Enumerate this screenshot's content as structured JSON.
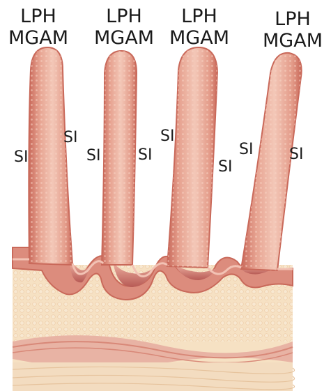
{
  "villi": [
    {
      "enzymes": [
        "LPH",
        "MGAM"
      ],
      "left_si": "SI",
      "right_si": "SI"
    },
    {
      "enzymes": [
        "LPH",
        "MGAM"
      ],
      "left_si": "SI",
      "right_si": "SI"
    },
    {
      "enzymes": [
        "LPH",
        "MGAM"
      ],
      "left_si": "SI",
      "right_si": "SI"
    },
    {
      "enzymes": [
        "LPH",
        "MGAM"
      ],
      "left_si": "SI",
      "right_si": "SI"
    }
  ],
  "colors": {
    "villus_fill": "#e7a391",
    "villus_edge": "#c9695a",
    "villus_highlight": "#f3c7b7",
    "mucosa": "#dc8c7d",
    "submucosa": "#f6e1c3",
    "crypt_shadow": "#b75a55",
    "muscle_band": "#e4a89a",
    "label_text": "#1a1a1a"
  }
}
